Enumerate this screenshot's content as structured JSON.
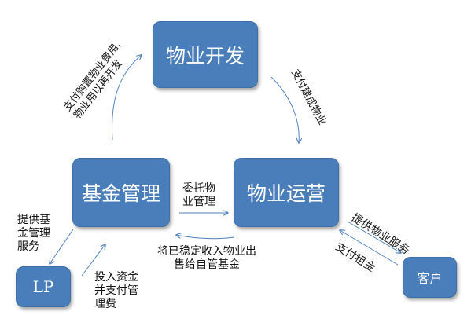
{
  "nodes": {
    "property_development": "物业开发",
    "fund_management": "基金管理",
    "property_operation": "物业运营",
    "lp": "LP",
    "client": "客户"
  },
  "edge_labels": {
    "fund_to_dev": [
      "支付购置物业费用,",
      "物业用以再开发"
    ],
    "dev_to_ops": "支付建成物业",
    "fund_to_ops": [
      "委托物",
      "业管理"
    ],
    "ops_to_fund": [
      "将已稳定收入物业出",
      "售给自管基金"
    ],
    "fund_to_lp": [
      "提供基",
      "金管理",
      "服务"
    ],
    "lp_to_fund": [
      "投入资金",
      "并支付管",
      "理费"
    ],
    "ops_to_client": "提供物业服务",
    "client_to_ops": "支付租金"
  },
  "colors": {
    "box_fill": "#4a7ebb",
    "arrow": "#4f81bd"
  }
}
